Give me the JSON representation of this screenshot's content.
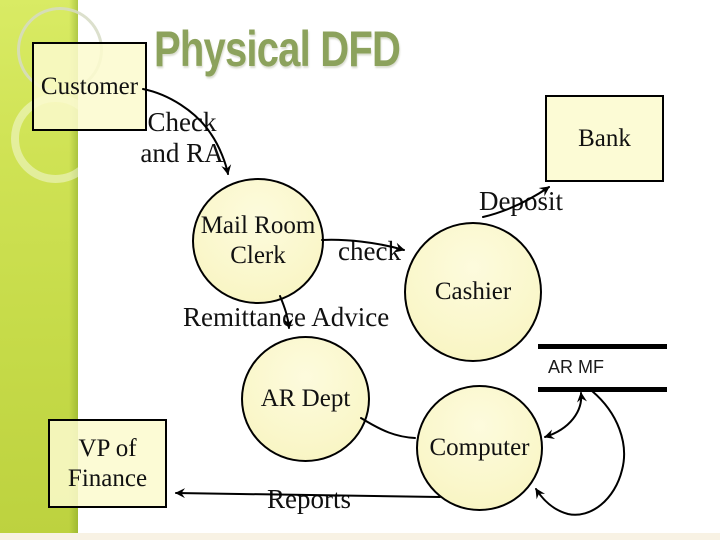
{
  "slide": {
    "title": "Physical DFD",
    "colors": {
      "title_green": "#8ca25c",
      "sidebar_green": "#c9de4a",
      "shape_fill": "#faf7cb",
      "shape_stroke": "#000000",
      "bottom_strip": "#f8f2e4"
    }
  },
  "diagram": {
    "external_entities": {
      "customer": {
        "label": "Customer"
      },
      "bank": {
        "label": "Bank"
      },
      "vp_finance": {
        "label": "VP of\nFinance"
      }
    },
    "processes": {
      "mail_room_clerk": {
        "label": "Mail Room\nClerk"
      },
      "cashier": {
        "label": "Cashier"
      },
      "ar_dept": {
        "label": "AR Dept"
      },
      "computer": {
        "label": "Computer"
      }
    },
    "data_stores": {
      "ar_mf": {
        "label": "AR MF"
      }
    },
    "flows": {
      "check_and_ra": {
        "label": "Check\nand RA",
        "from": "Customer",
        "to": "Mail Room Clerk"
      },
      "check": {
        "label": "check",
        "from": "Mail Room Clerk",
        "to": "Cashier"
      },
      "deposit": {
        "label": "Deposit",
        "from": "Cashier",
        "to": "Bank"
      },
      "remittance_advice": {
        "label": "Remittance Advice",
        "from": "Mail Room Clerk",
        "to": "AR Dept"
      },
      "ardept_computer": {
        "label": "",
        "from": "AR Dept",
        "to": "Computer"
      },
      "reports": {
        "label": "Reports",
        "from": "Computer",
        "to": "VP of Finance"
      },
      "armf_computer": {
        "label": "",
        "from": "AR MF",
        "to": "Computer"
      },
      "computer_armf": {
        "label": "",
        "from": "Computer",
        "to": "AR MF"
      }
    }
  }
}
